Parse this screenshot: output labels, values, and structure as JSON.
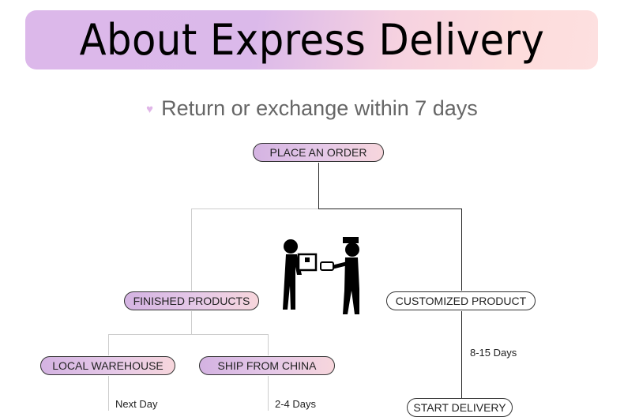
{
  "header": {
    "title": "About Express Delivery"
  },
  "subtitle": {
    "icon": "heart-icon",
    "text": "Return or exchange within 7 days"
  },
  "flow": {
    "place_order": "PLACE AN ORDER",
    "finished_products": "FINISHED PRODUCTS",
    "customized_product": "CUSTOMIZED PRODUCT",
    "local_warehouse": "LOCAL WAREHOUSE",
    "ship_from_china": "SHIP FROM CHINA",
    "start_delivery": "START DELIVERY",
    "local_time": "Next Day",
    "china_time": "2-4 Days",
    "custom_time": "8-15 Days"
  },
  "colors": {
    "banner_start": "#dcb8ea",
    "banner_end": "#fde0e0"
  }
}
